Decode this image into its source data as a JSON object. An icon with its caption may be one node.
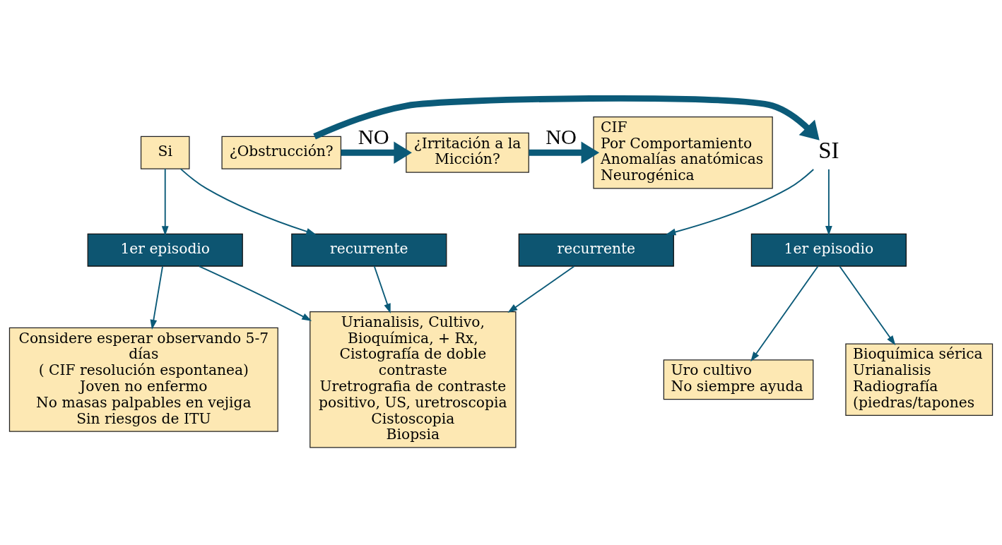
{
  "diagram": {
    "nodes": [
      {
        "text": [
          "SI"
        ]
      },
      {
        "text": [
          "¿Obstrucción?"
        ]
      },
      {
        "text": [
          "¿Irritación a la Micción?"
        ]
      },
      {
        "text": [
          "CIF",
          "Por Comportamiento",
          "Anomalías anatómicas",
          "Neurogénica"
        ]
      },
      {
        "text": [
          "Si"
        ]
      },
      {
        "text": [
          "1er episodio"
        ]
      },
      {
        "text": [
          "recurrente"
        ]
      },
      {
        "text": [
          "recurrente"
        ]
      },
      {
        "text": [
          "1er episodio"
        ]
      },
      {
        "text": [
          "Uro cultivo",
          "No siempre ayuda"
        ]
      },
      {
        "text": [
          "Bioquímica sérica",
          "Urianalisis",
          "Radiografía",
          "(piedras/tapones"
        ]
      },
      {
        "text": [
          "Urianalisis, Cultivo, Bioquímica, + Rx, Cistografía de doble contraste",
          "Uretrografia de contraste positivo, US, uretroscopia",
          "Cistoscopia",
          "Biopsia"
        ]
      },
      {
        "text": [
          "Considere esperar observando 5-7 días",
          "( CIF resolución espontanea)",
          "Joven no enfermo",
          "No masas palpables en vejiga",
          "Sin riesgos de ITU"
        ]
      }
    ],
    "edges": [
      {
        "from": 1,
        "to": 0,
        "arrow": "to",
        "style": "thick"
      },
      {
        "from": 1,
        "to": 2,
        "arrow": "to",
        "label": "NO",
        "style": "thick"
      },
      {
        "from": 2,
        "to": 3,
        "arrow": "to",
        "label": "NO",
        "style": "thick"
      },
      {
        "from": 4,
        "to": 7,
        "arrow": "to"
      },
      {
        "from": 4,
        "to": 8,
        "arrow": "to"
      },
      {
        "from": 0,
        "to": 5,
        "arrow": "to"
      },
      {
        "from": 0,
        "to": 6,
        "arrow": "to"
      },
      {
        "from": 5,
        "to": 9,
        "arrow": "to"
      },
      {
        "from": 5,
        "to": 10,
        "arrow": "to"
      },
      {
        "from": 6,
        "to": 11,
        "arrow": "to"
      },
      {
        "from": 7,
        "to": 11,
        "arrow": "to"
      },
      {
        "from": 8,
        "to": 11,
        "arrow": "to"
      },
      {
        "from": 8,
        "to": 12,
        "arrow": "to"
      }
    ]
  }
}
